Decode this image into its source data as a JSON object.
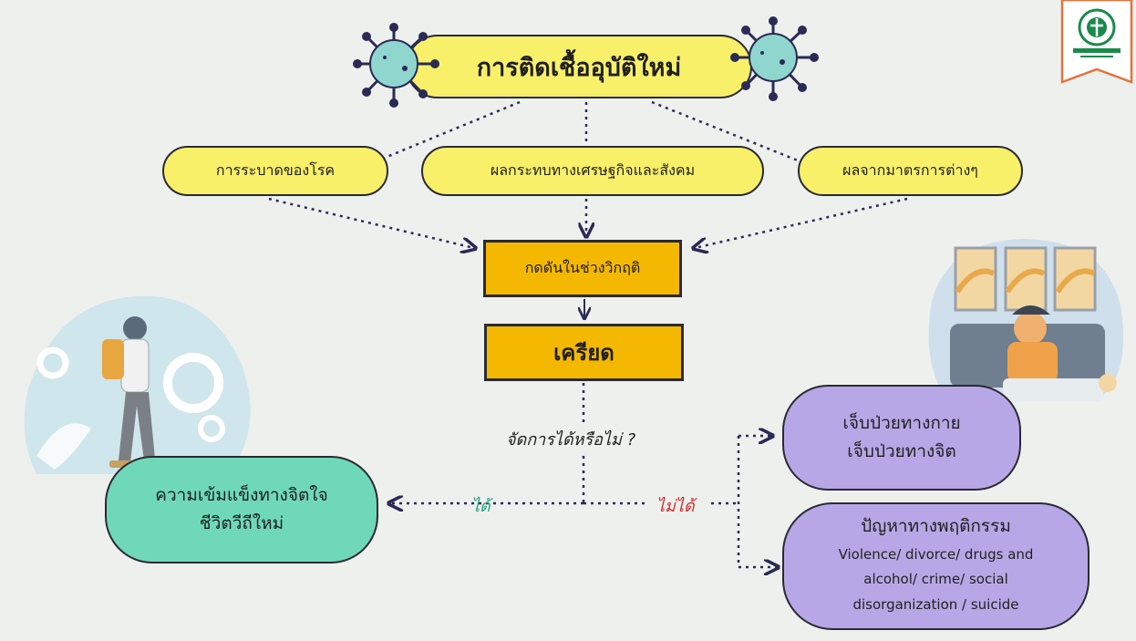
{
  "diagram": {
    "title": "การติดเชื้ออุบัติใหม่",
    "causes": [
      "การระบาดของโรค",
      "ผลกระทบทางเศรษฐกิจและสังคม",
      "ผลจากมาตรการต่างๆ"
    ],
    "crisis_pressure": "กดดันในช่วงวิกฤติ",
    "stress": "เครียด",
    "question": "จัดการได้หรือไม่ ?",
    "yes_label": "ได้",
    "no_label": "ไม่ได้",
    "positive_outcome": {
      "line1": "ความเข้มแข็งทางจิตใจ",
      "line2": "ชีวิตวีถีใหม่"
    },
    "illness_outcome": {
      "line1": "เจ็บป่วยทางกาย",
      "line2": "เจ็บป่วยทางจิต"
    },
    "behavior_outcome": {
      "title": "ปัญหาทางพฤติกรรม",
      "line1": "Violence/ divorce/ drugs and",
      "line2": "alcohol/ crime/ social",
      "line3": "disorganization / suicide"
    }
  },
  "colors": {
    "yellow": "#f9f06a",
    "orange": "#f5b800",
    "purple": "#b7a7e6",
    "green": "#6fd8b8",
    "virus": "#8fd6cf",
    "connector": "#2a2a55",
    "yes": "#2da37c",
    "no": "#d22b2b"
  },
  "icons": [
    "virus-icon",
    "department-logo-icon",
    "hiker-illustration",
    "sick-person-illustration"
  ]
}
